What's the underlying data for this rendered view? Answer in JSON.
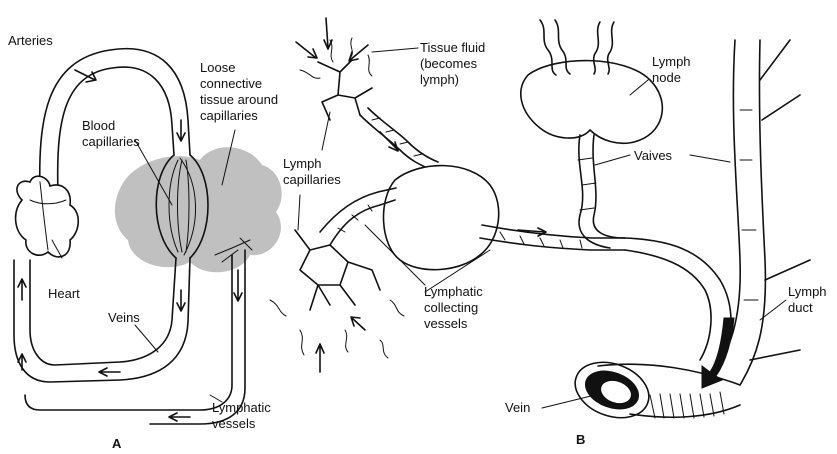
{
  "panels": {
    "a": "A",
    "b": "B"
  },
  "labels_a": {
    "arteries": "Arteries",
    "loose_1": "Loose",
    "loose_2": "connective",
    "loose_3": "tissue around",
    "loose_4": "capillaries",
    "blood_cap_1": "Blood",
    "blood_cap_2": "capillaries",
    "heart": "Heart",
    "veins": "Veins",
    "lymph_vessels_1": "Lymphatic",
    "lymph_vessels_2": "vessels"
  },
  "labels_mid": {
    "tissue_fluid_1": "Tissue fluid",
    "tissue_fluid_2": "(becomes",
    "tissue_fluid_3": "lymph)",
    "lymph_cap_1": "Lymph",
    "lymph_cap_2": "capillaries",
    "collecting_1": "Lymphatic",
    "collecting_2": "collecting",
    "collecting_3": "vessels"
  },
  "labels_b": {
    "lymph_node_1": "Lymph",
    "lymph_node_2": "node",
    "valves": "Vaives",
    "lymph_duct_1": "Lymph",
    "lymph_duct_2": "duct",
    "vein": "Vein"
  },
  "colors": {
    "ink": "#111111",
    "tissue_gray": "#b9b9b9",
    "background": "#ffffff"
  }
}
